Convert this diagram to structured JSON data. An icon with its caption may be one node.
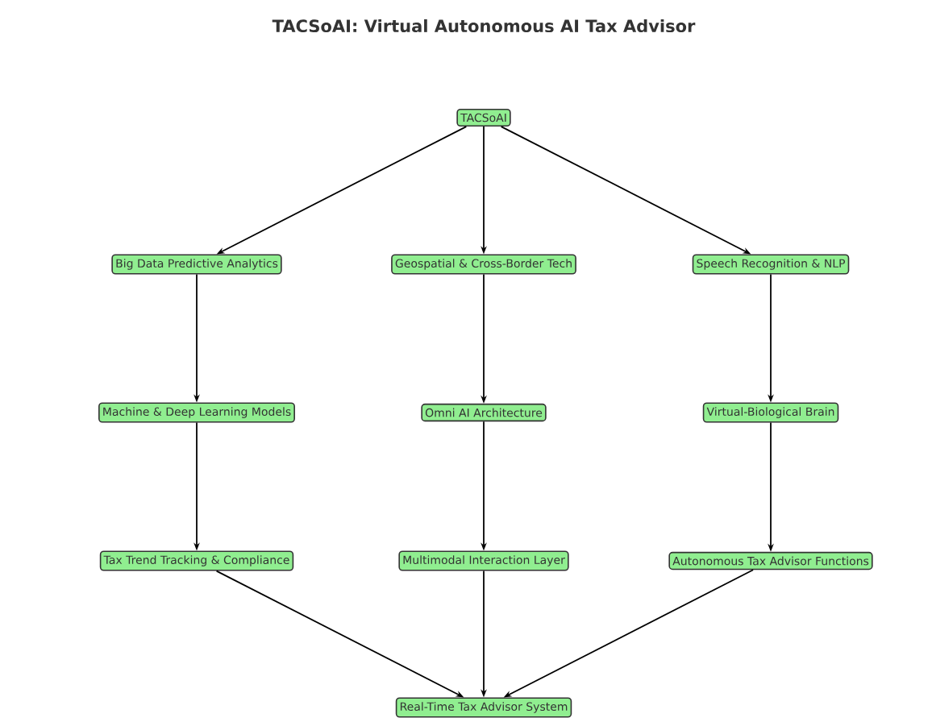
{
  "diagram": {
    "title": "TACSoAI: Virtual Autonomous AI Tax Advisor",
    "nodes": [
      {
        "text": [
          "TACSoAI"
        ]
      },
      {
        "text": [
          "Big Data Predictive Analytics"
        ]
      },
      {
        "text": [
          "Geospatial & Cross-Border Tech"
        ]
      },
      {
        "text": [
          "Speech Recognition & NLP"
        ]
      },
      {
        "text": [
          "Machine & Deep Learning Models"
        ]
      },
      {
        "text": [
          "Omni AI Architecture"
        ]
      },
      {
        "text": [
          "Virtual-Biological Brain"
        ]
      },
      {
        "text": [
          "Tax Trend Tracking & Compliance"
        ]
      },
      {
        "text": [
          "Multimodal Interaction Layer"
        ]
      },
      {
        "text": [
          "Autonomous Tax Advisor Functions"
        ]
      },
      {
        "text": [
          "Real-Time Tax Advisor System"
        ]
      }
    ],
    "edges": [
      {
        "from": 0,
        "to": 1,
        "arrow": "to"
      },
      {
        "from": 0,
        "to": 2,
        "arrow": "to"
      },
      {
        "from": 0,
        "to": 3,
        "arrow": "to"
      },
      {
        "from": 1,
        "to": 4,
        "arrow": "to"
      },
      {
        "from": 2,
        "to": 5,
        "arrow": "to"
      },
      {
        "from": 3,
        "to": 6,
        "arrow": "to"
      },
      {
        "from": 4,
        "to": 7,
        "arrow": "to"
      },
      {
        "from": 5,
        "to": 8,
        "arrow": "to"
      },
      {
        "from": 6,
        "to": 9,
        "arrow": "to"
      },
      {
        "from": 7,
        "to": 10,
        "arrow": "to"
      },
      {
        "from": 8,
        "to": 10,
        "arrow": "to"
      },
      {
        "from": 9,
        "to": 10,
        "arrow": "to"
      }
    ]
  }
}
